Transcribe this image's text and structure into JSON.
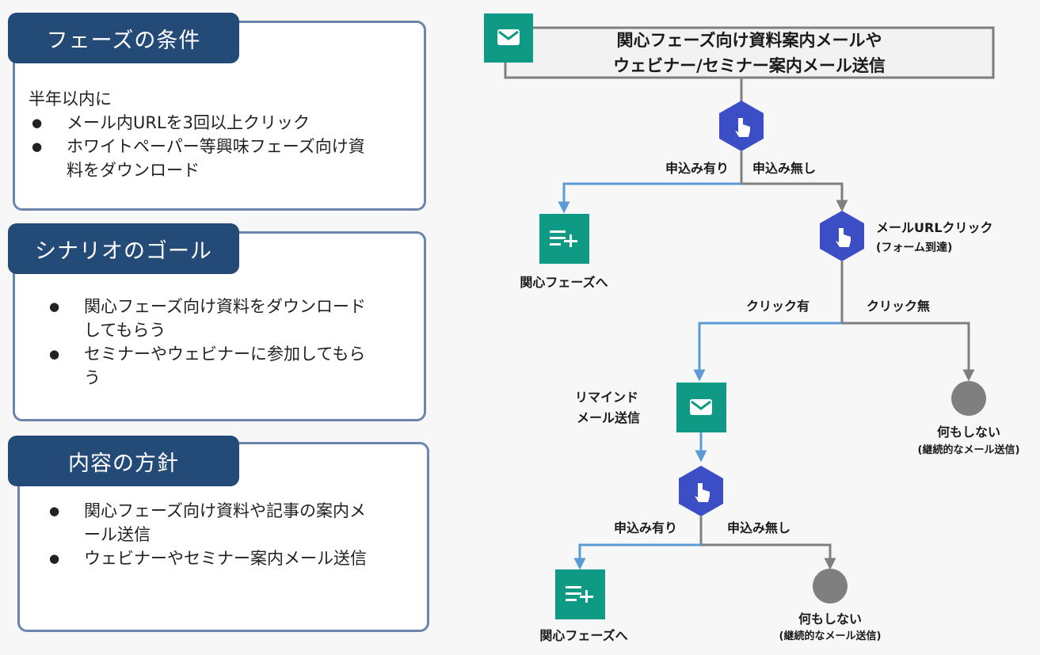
{
  "cards": [
    {
      "title": "フェーズの条件",
      "intro": "半年以内に",
      "items": [
        "メール内URLを3回以上クリック",
        "ホワイトペーパー等興味フェーズ向け資料をダウンロード"
      ]
    },
    {
      "title": "シナリオのゴール",
      "items": [
        "関心フェーズ向け資料をダウンロードしてもらう",
        "セミナーやウェビナーに参加してもらう"
      ]
    },
    {
      "title": "内容の方針",
      "items": [
        "関心フェーズ向け資料や記事の案内メール送信",
        "ウェビナーやセミナー案内メール送信"
      ]
    }
  ],
  "flow": {
    "start_line1": "関心フェーズ向け資料案内メールや",
    "start_line2": "ウェビナー/セミナー案内メール送信",
    "branch1_yes": "申込み有り",
    "branch1_no": "申込み無し",
    "move1": "関心フェーズへ",
    "check2_line1": "メールURLクリック",
    "check2_line2": "(フォーム到達)",
    "branch2_yes": "クリック有",
    "branch2_no": "クリック無",
    "remind_line1": "リマインド",
    "remind_line2": "メール送信",
    "nothing1_line1": "何もしない",
    "nothing1_line2": "(継続的なメール送信)",
    "branch3_yes": "申込み有り",
    "branch3_no": "申込み無し",
    "move2": "関心フェーズへ",
    "nothing2_line1": "何もしない",
    "nothing2_line2": "(継続的なメール送信)"
  },
  "colors": {
    "card_border": "#6a86ad",
    "card_title_bg": "#244b78",
    "teal": "#0f9a86",
    "hexagon": "#3c4ec6",
    "yes_line": "#5b9bd5",
    "no_line": "#7f7f7f",
    "end_circle": "#7f7f7f"
  },
  "icons": [
    "mail-icon",
    "touch-icon",
    "list-add-icon",
    "end-circle"
  ]
}
